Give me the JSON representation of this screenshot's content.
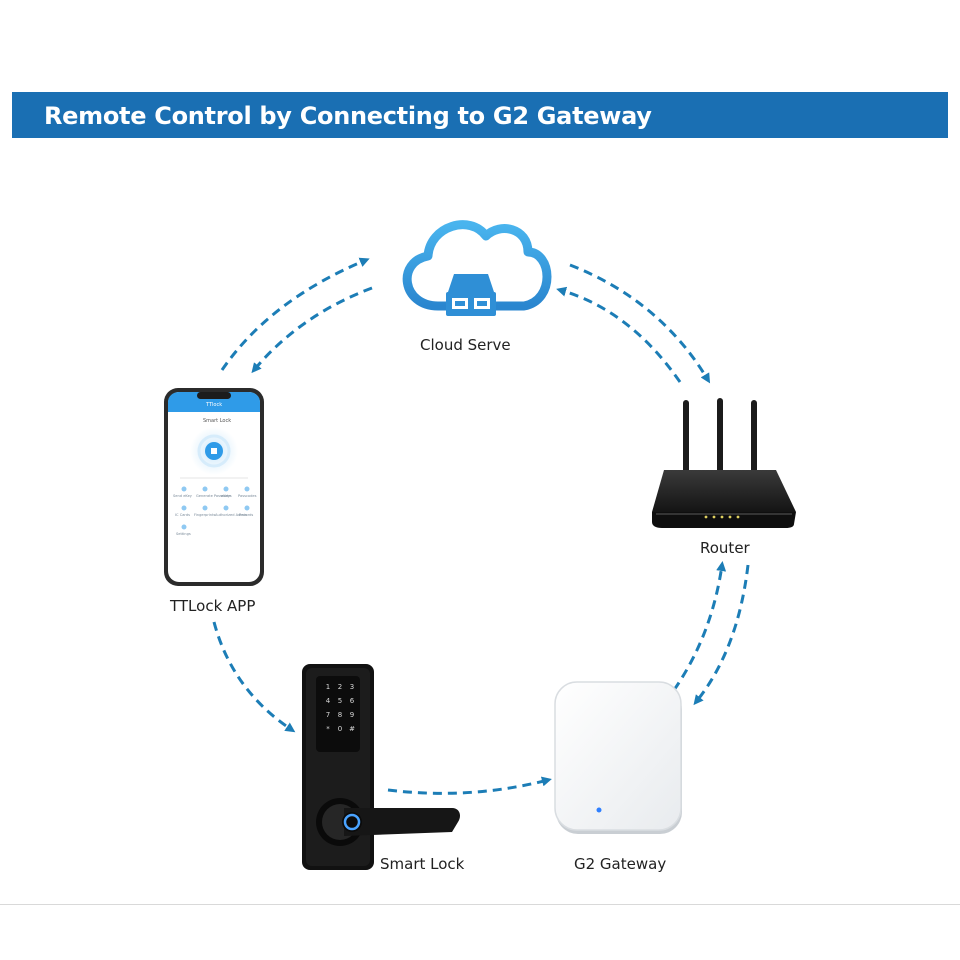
{
  "header": {
    "title": "Remote Control by Connecting to G2 Gateway"
  },
  "nodes": {
    "cloud": {
      "label": "Cloud Serve",
      "icon": "cloud-server-icon"
    },
    "router": {
      "label": "Router",
      "icon": "router-icon"
    },
    "app": {
      "label": "TTLock APP",
      "icon": "smartphone-icon",
      "screen": {
        "header": "TTlock",
        "title": "Smart Lock",
        "menu": [
          "Send eKey",
          "Generate Passcode",
          "eKeys",
          "Passcodes",
          "IC Cards",
          "Fingerprints",
          "Authorized Admin",
          "Records",
          "Settings"
        ]
      }
    },
    "lock": {
      "label": "Smart Lock",
      "icon": "smart-lock-icon",
      "keypad": [
        "1",
        "2",
        "3",
        "4",
        "5",
        "6",
        "7",
        "8",
        "9",
        "*",
        "0",
        "#"
      ]
    },
    "gateway": {
      "label": "G2 Gateway",
      "icon": "gateway-icon"
    }
  },
  "colors": {
    "accent": "#1a6fb3",
    "arrow": "#1c7db6",
    "cloud": "#3aa0e0"
  }
}
